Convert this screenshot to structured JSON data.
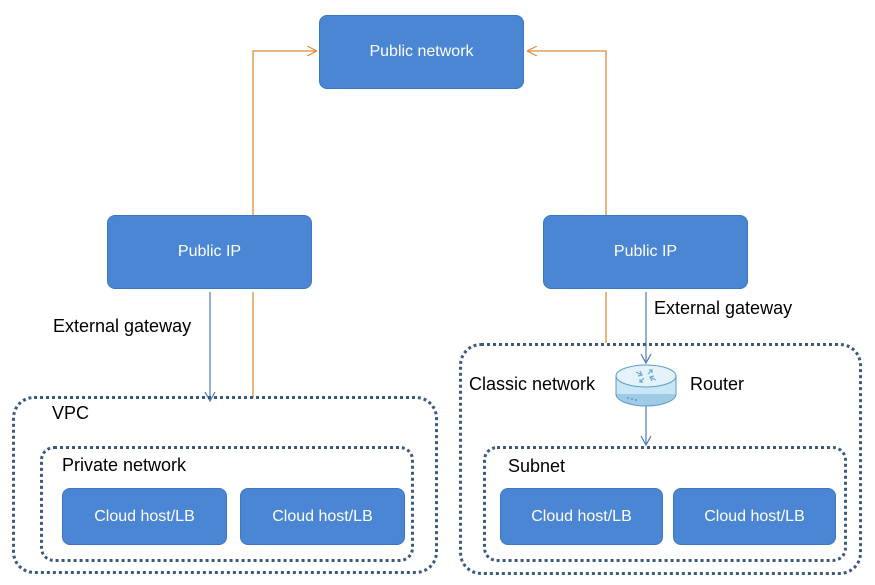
{
  "nodes": {
    "public_network": "Public network",
    "public_ip_left": "Public IP",
    "public_ip_right": "Public IP",
    "cloud_host_1": "Cloud host/LB",
    "cloud_host_2": "Cloud host/LB",
    "cloud_host_3": "Cloud host/LB",
    "cloud_host_4": "Cloud host/LB"
  },
  "labels": {
    "external_gateway_left": "External gateway",
    "external_gateway_right": "External gateway",
    "vpc": "VPC",
    "private_network": "Private network",
    "classic_network": "Classic network",
    "router": "Router",
    "subnet": "Subnet"
  },
  "colors": {
    "node_fill": "#4a86d4",
    "orange_line": "#e08a3a",
    "blue_line": "#4a7ab8",
    "container_border": "#3a5a80"
  }
}
